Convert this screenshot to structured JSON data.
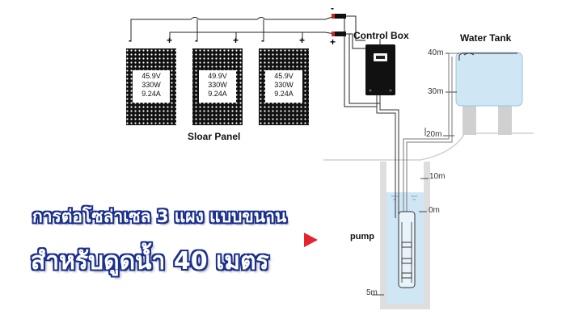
{
  "headline": {
    "line1": "การต่อโซล่าเซล 3 แผง แบบขนาน",
    "line2": "สำหรับดูดน้ำ 40 เมตร"
  },
  "panels": {
    "caption": "Sloar Panel",
    "items": [
      {
        "voltage": "45.9V",
        "power": "330W",
        "current": "9.24A"
      },
      {
        "voltage": "49.9V",
        "power": "330W",
        "current": "9.24A"
      },
      {
        "voltage": "45.9V",
        "power": "330W",
        "current": "9.24A"
      }
    ]
  },
  "control_box": {
    "label": "Control Box"
  },
  "water_tank": {
    "label": "Water Tank"
  },
  "pump": {
    "label": "pump"
  },
  "polarity": {
    "minus": "-",
    "plus": "+"
  },
  "depth_marks": [
    "40m",
    "30m",
    "20m",
    "10m",
    "0m",
    "5m"
  ],
  "colors": {
    "accent_arrow": "#e3262b",
    "headline_outline": "#1b2f8f",
    "water": "#cfe6f5",
    "well": "#dedede"
  }
}
